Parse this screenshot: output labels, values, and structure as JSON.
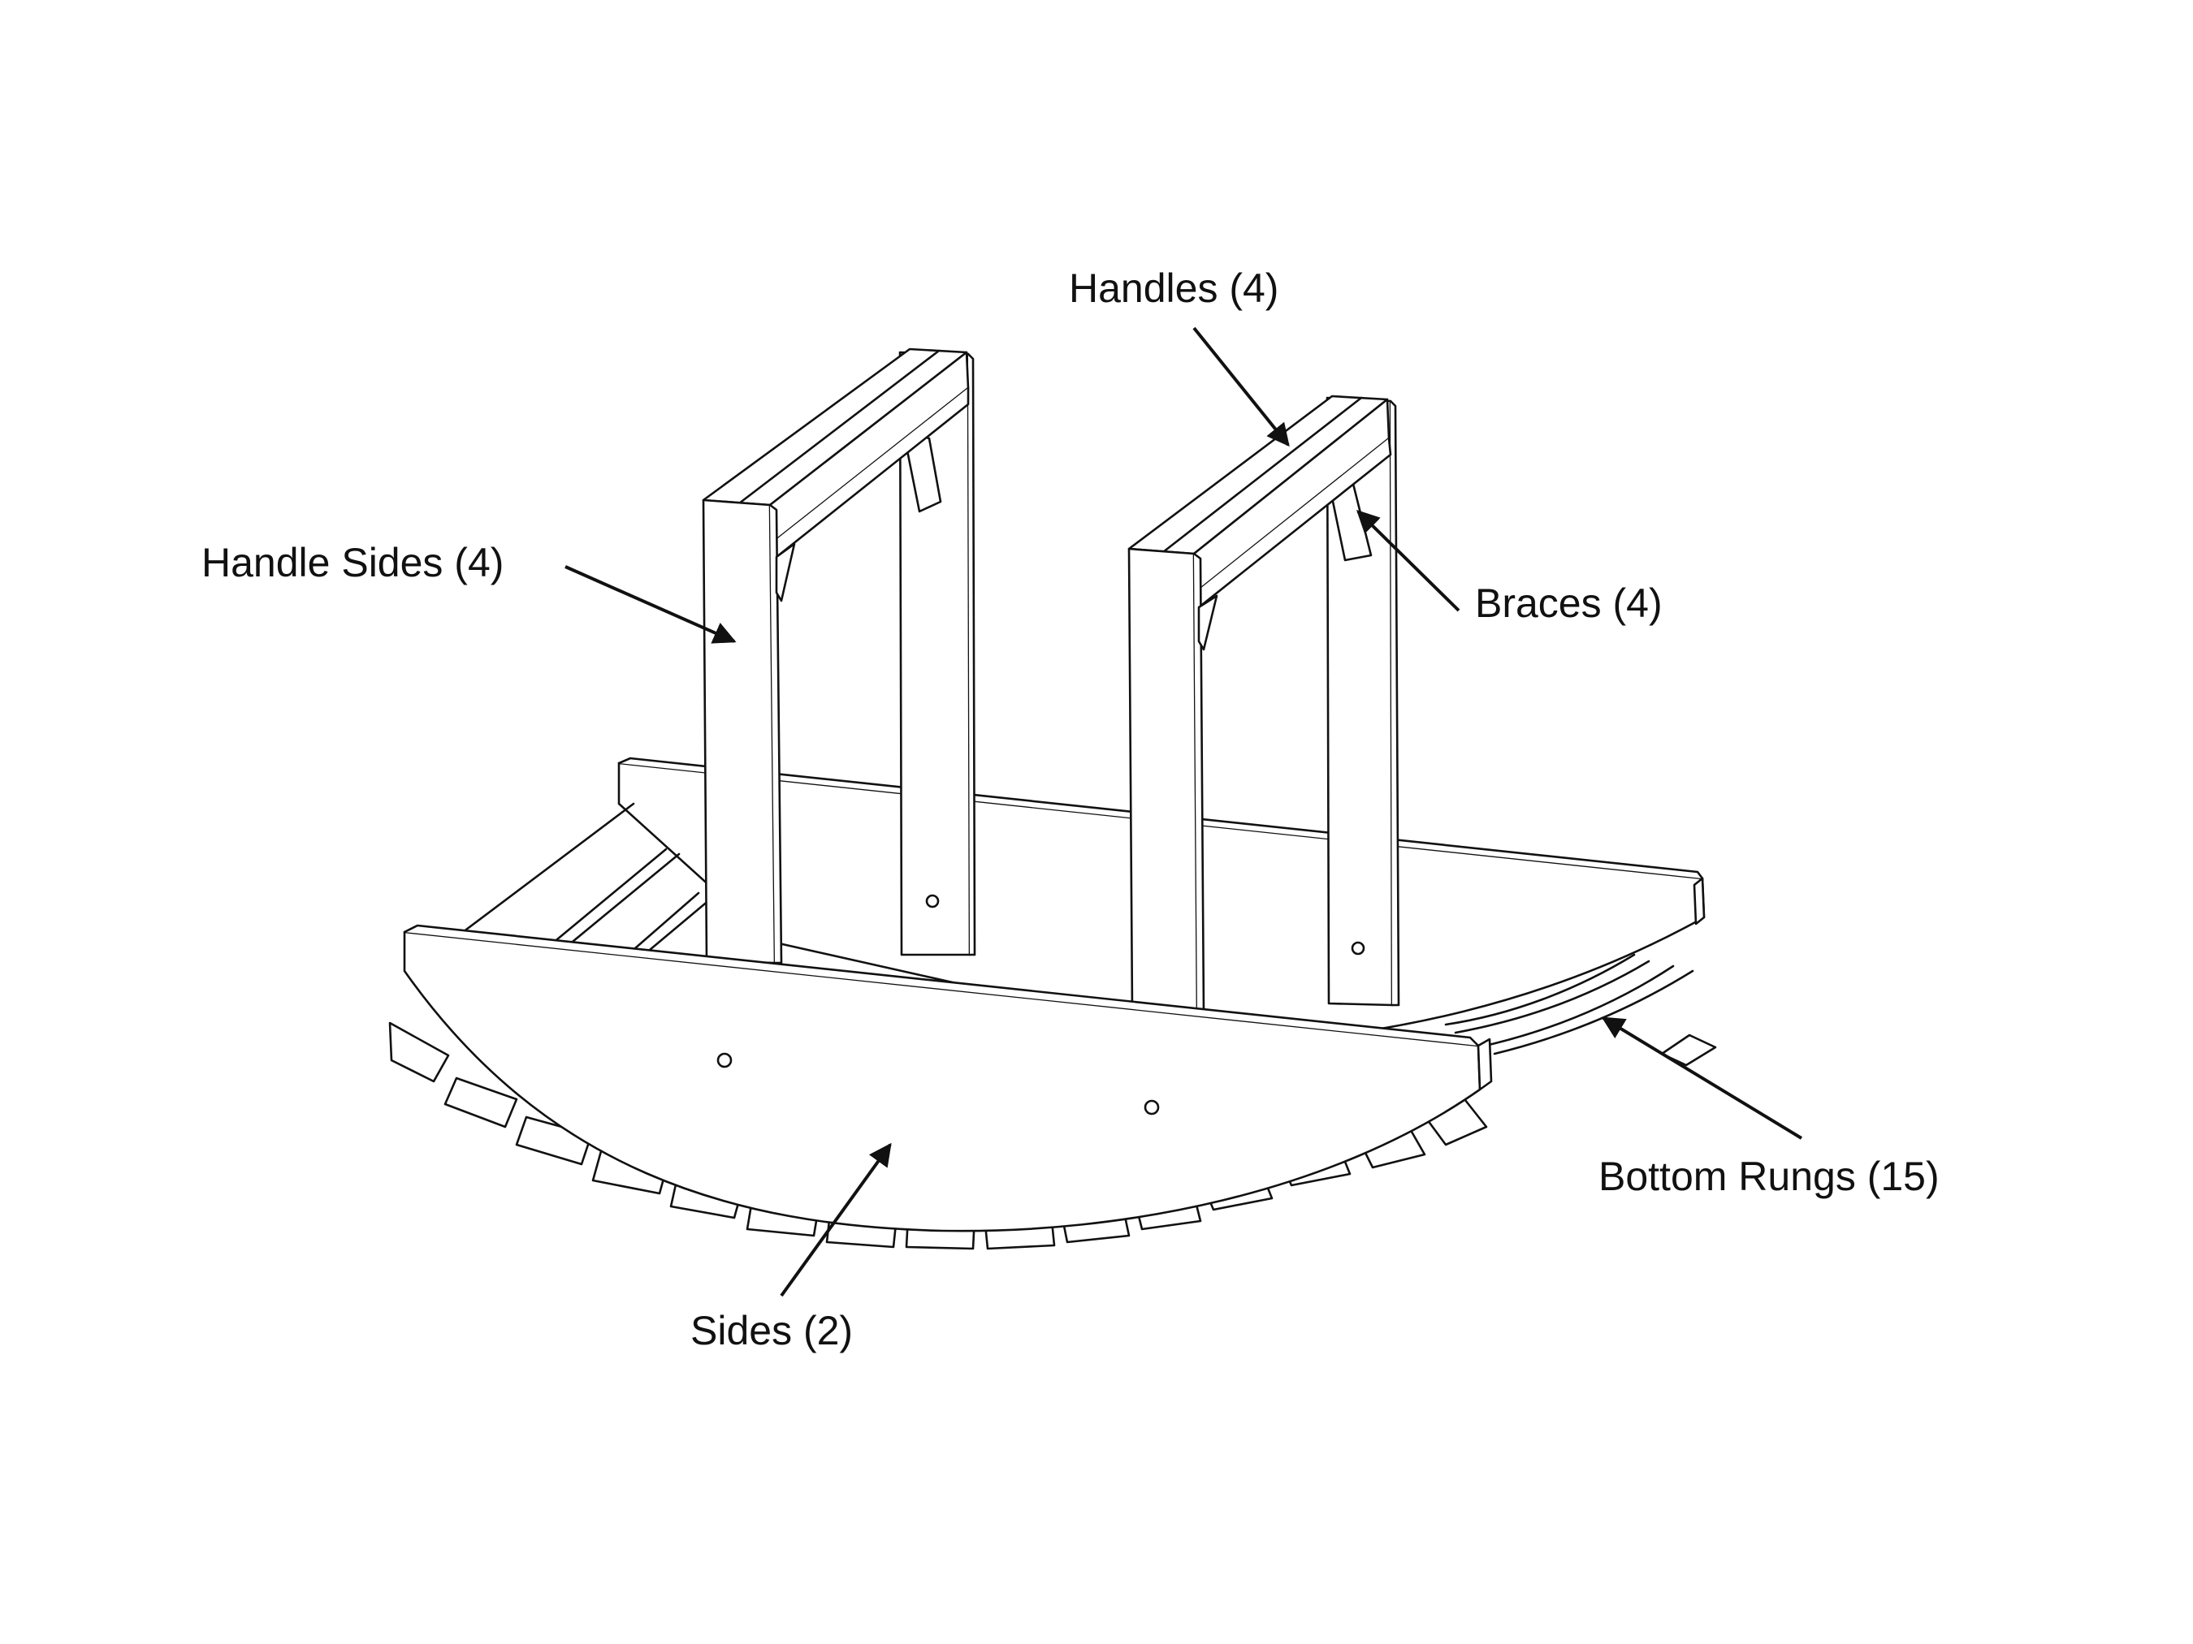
{
  "diagram": {
    "line_color": "#111111",
    "fill_color": "#ffffff",
    "callouts": {
      "handles": "Handles (4)",
      "handle_sides": "Handle Sides (4)",
      "braces": "Braces (4)",
      "bottom_rungs": "Bottom Rungs (15)",
      "sides": "Sides (2)"
    }
  }
}
